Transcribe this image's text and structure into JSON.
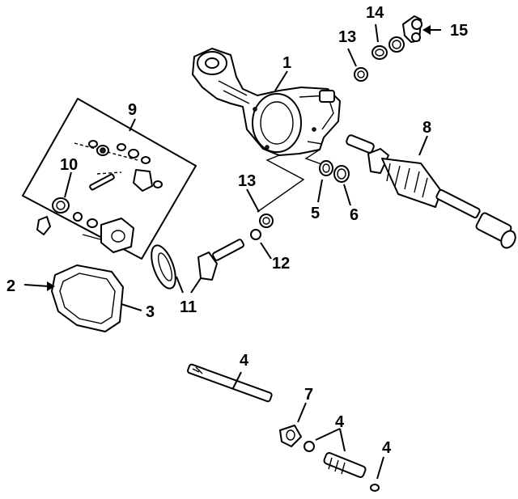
{
  "callouts": [
    {
      "id": "c1",
      "label": "1"
    },
    {
      "id": "c2",
      "label": "2"
    },
    {
      "id": "c3",
      "label": "3"
    },
    {
      "id": "c4a",
      "label": "4"
    },
    {
      "id": "c4b",
      "label": "4"
    },
    {
      "id": "c4c",
      "label": "4"
    },
    {
      "id": "c5",
      "label": "5"
    },
    {
      "id": "c6",
      "label": "6"
    },
    {
      "id": "c7",
      "label": "7"
    },
    {
      "id": "c8",
      "label": "8"
    },
    {
      "id": "c9",
      "label": "9"
    },
    {
      "id": "c10",
      "label": "10"
    },
    {
      "id": "c11",
      "label": "11"
    },
    {
      "id": "c12",
      "label": "12"
    },
    {
      "id": "c13a",
      "label": "13"
    },
    {
      "id": "c13b",
      "label": "13"
    },
    {
      "id": "c14",
      "label": "14"
    },
    {
      "id": "c15",
      "label": "15"
    }
  ]
}
